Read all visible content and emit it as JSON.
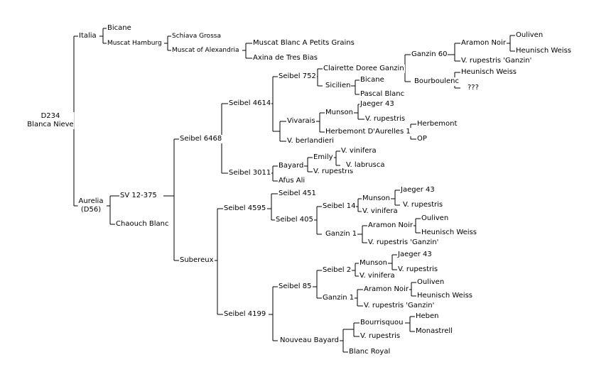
{
  "tree": {
    "root": {
      "line1": "D234",
      "line2": "Blanca Nieve"
    },
    "italia": "Italia",
    "bicane_1": "Bicane",
    "muscat_hamburg": "Muscat Hamburg",
    "schiava_grossa": "Schiava Grossa",
    "muscat_of_alexandria": "Muscat of Alexandria",
    "muscat_blanc_petits_grains": "Muscat Blanc A Petits Grains",
    "axina_de_tres_bias": "Axina de Tres Bias",
    "aurelia": {
      "line1": "Aurelia",
      "line2": "(D56)"
    },
    "sv_12_375": "SV 12-375",
    "chaouch_blanc": "Chaouch Blanc",
    "seibel_6468": "Seibel 6468",
    "subereux": "Subereux",
    "seibel_4614": "Seibel 4614",
    "seibel_3011": "Seibel 3011",
    "seibel_752": "Seibel 752",
    "vivarais": "Vivarais",
    "v_berlandieri": "V. berlandieri",
    "clairette_doree_ganzin": "Clairette Doree Ganzin",
    "sicilien": "Sicilien",
    "ganzin_60": "Ganzin 60",
    "bourboulenc": "Bourboulenc",
    "aramon_noir_1": "Aramon Noir",
    "v_rupestris_ganzin_1": "V. rupestris 'Ganzin'",
    "ouliven_1": "Ouliven",
    "heunisch_weiss_1": "Heunisch Weiss",
    "heunisch_weiss_2": "Heunisch Weiss",
    "unknown": "???",
    "bicane_2": "Bicane",
    "pascal_blanc": "Pascal Blanc",
    "munson_1": "Munson",
    "herbemont_daurelles": "Herbemont D'Aurelles 1",
    "jaeger_43_1": "Jaeger 43",
    "v_rupestris_1": "V. rupestris",
    "herbemont": "Herbemont",
    "op": "OP",
    "bayard": "Bayard",
    "afus_ali": "Afus Ali",
    "emily": "Emily",
    "v_rupestris_2": "V. rupestris",
    "v_vinifera_1": "V. vinifera",
    "v_labrusca": "V. labrusca",
    "seibel_4595": "Seibel 4595",
    "seibel_4199": "Seibel 4199",
    "seibel_451": "Seibel 451",
    "seibel_405": "Seibel 405",
    "seibel_14": "Seibel 14",
    "ganzin_1_a": "Ganzin 1",
    "munson_2": "Munson",
    "v_vinifera_2": "V. vinifera",
    "jaeger_43_2": "Jaeger 43",
    "v_rupestris_3": "V. rupestris",
    "aramon_noir_2": "Aramon Noir",
    "v_rupestris_ganzin_2": "V. rupestris 'Ganzin'",
    "ouliven_2": "Ouliven",
    "heunisch_weiss_3": "Heunisch Weiss",
    "seibel_85": "Seibel 85",
    "nouveau_bayard": "Nouveau Bayard",
    "seibel_2": "Seibel 2",
    "ganzin_1_b": "Ganzin 1",
    "munson_3": "Munson",
    "v_vinifera_3": "V. vinifera",
    "jaeger_43_3": "Jaeger 43",
    "v_rupestris_4": "V. rupestris",
    "aramon_noir_3": "Aramon Noir",
    "v_rupestris_ganzin_3": "V. rupestris 'Ganzin'",
    "ouliven_3": "Ouliven",
    "heunisch_weiss_4": "Heunisch Weiss",
    "bourrisquou": "Bourrisquou",
    "v_rupestris_5": "V. rupestris",
    "blanc_royal": "Blanc Royal",
    "heben": "Heben",
    "monastrell": "Monastrell"
  }
}
